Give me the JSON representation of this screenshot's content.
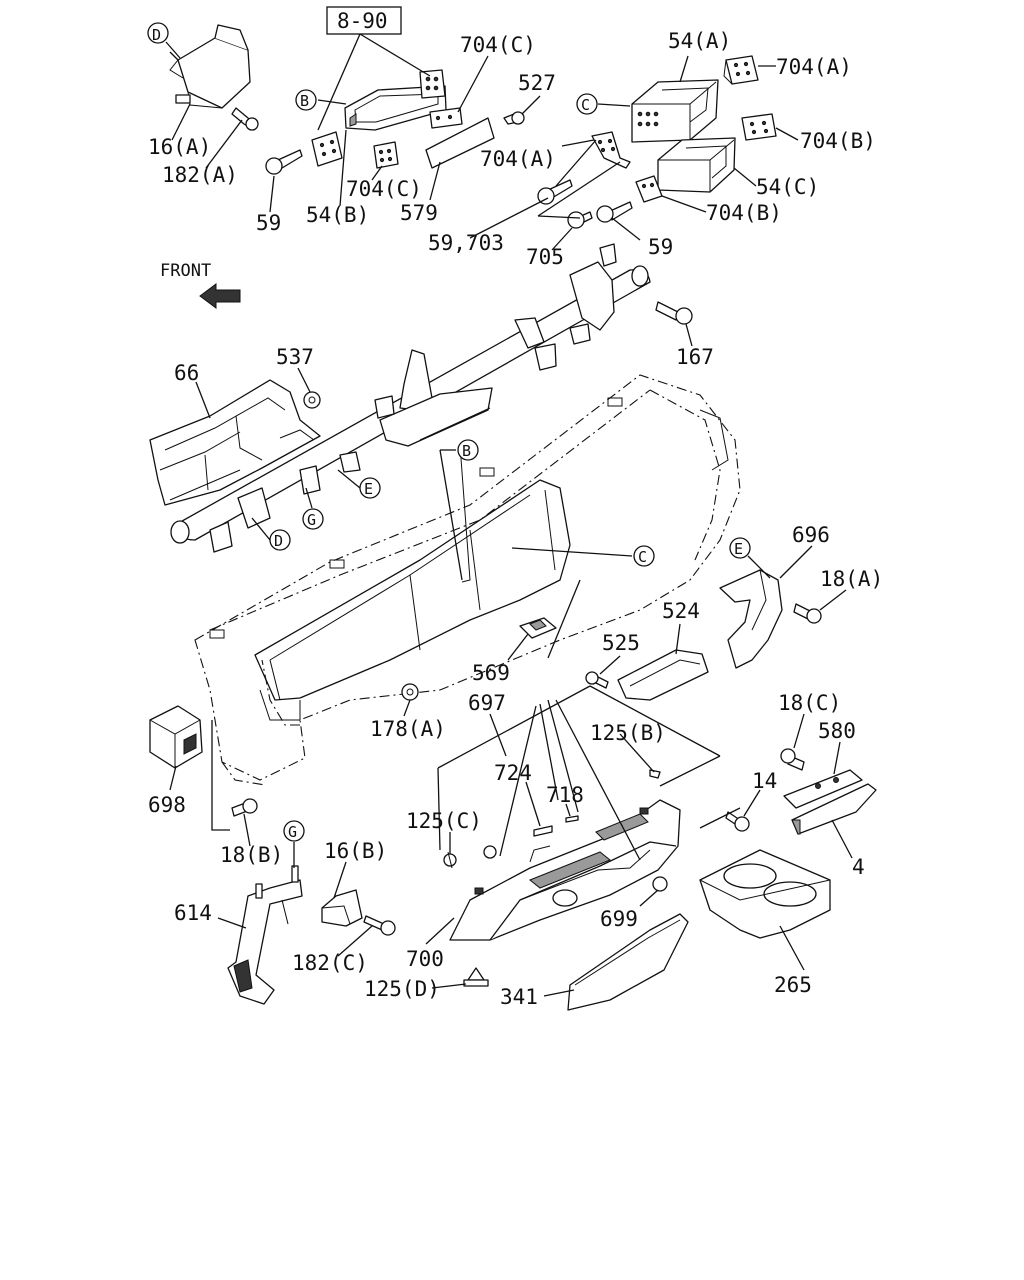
{
  "reference_box": "8-90",
  "front_indicator": "FRONT",
  "part_labels": {
    "p_704c_top": "704(C)",
    "p_527": "527",
    "p_54a": "54(A)",
    "p_704a_right": "704(A)",
    "p_704b_right": "704(B)",
    "p_704a_mid": "704(A)",
    "p_54c": "54(C)",
    "p_704b_mid": "704(B)",
    "p_16a": "16(A)",
    "p_182a": "182(A)",
    "p_59_left": "59",
    "p_54b": "54(B)",
    "p_704c_mid": "704(C)",
    "p_579": "579",
    "p_59_703": "59,703",
    "p_705": "705",
    "p_59_right": "59",
    "p_167": "167",
    "p_537": "537",
    "p_66": "66",
    "p_696": "696",
    "p_18a": "18(A)",
    "p_524": "524",
    "p_525": "525",
    "p_569": "569",
    "p_697": "697",
    "p_178a": "178(A)",
    "p_125b": "125(B)",
    "p_18c": "18(C)",
    "p_580": "580",
    "p_724": "724",
    "p_718": "718",
    "p_14": "14",
    "p_125c": "125(C)",
    "p_698": "698",
    "p_18b": "18(B)",
    "p_4": "4",
    "p_16b": "16(B)",
    "p_614": "614",
    "p_699": "699",
    "p_182c": "182(C)",
    "p_700": "700",
    "p_125d": "125(D)",
    "p_341": "341",
    "p_265": "265"
  },
  "callouts": {
    "c_d_top": "D",
    "c_b_top": "B",
    "c_c_top": "C",
    "c_b_mid": "B",
    "c_e_mid": "E",
    "c_g_mid": "G",
    "c_d_mid": "D",
    "c_c_mid": "C",
    "c_e_right": "E",
    "c_g_low": "G"
  }
}
